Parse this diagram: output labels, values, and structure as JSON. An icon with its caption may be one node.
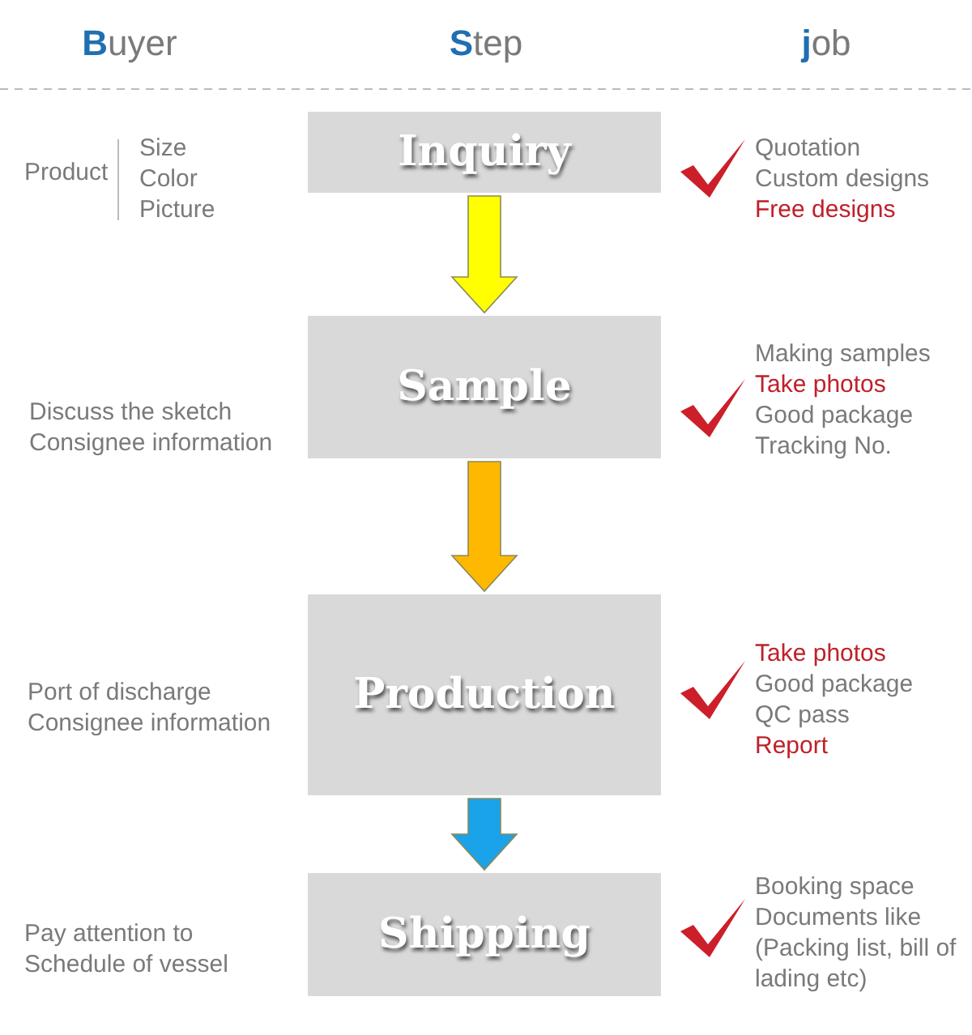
{
  "diagram": {
    "nodes": [
      {
        "text": [
          "Inquiry"
        ]
      },
      {
        "text": [
          "Sample"
        ]
      },
      {
        "text": [
          "Production"
        ]
      },
      {
        "text": [
          "Shipping"
        ]
      }
    ],
    "edges": [
      {
        "from": 0,
        "to": 1,
        "arrow": "to",
        "color": "#ffff00"
      },
      {
        "from": 1,
        "to": 2,
        "arrow": "to",
        "color": "#ffb800"
      },
      {
        "from": 2,
        "to": 3,
        "arrow": "to",
        "color": "#1aa3e8"
      }
    ],
    "labels": [
      "Buyer",
      "Step",
      "job",
      "Product",
      "Size",
      "Color",
      "Picture",
      "Quotation",
      "Custom designs",
      "Free designs",
      "Discuss the sketch",
      "Consignee information",
      "Making samples",
      "Take photos",
      "Good package",
      "Tracking No.",
      "Port of discharge",
      "Consignee information",
      "Take photos",
      "Good package",
      "QC pass",
      "Report",
      "Pay attention to",
      "Schedule of vessel",
      "Booking space",
      "Documents like",
      "(Packing list, bill of lading etc)"
    ]
  }
}
